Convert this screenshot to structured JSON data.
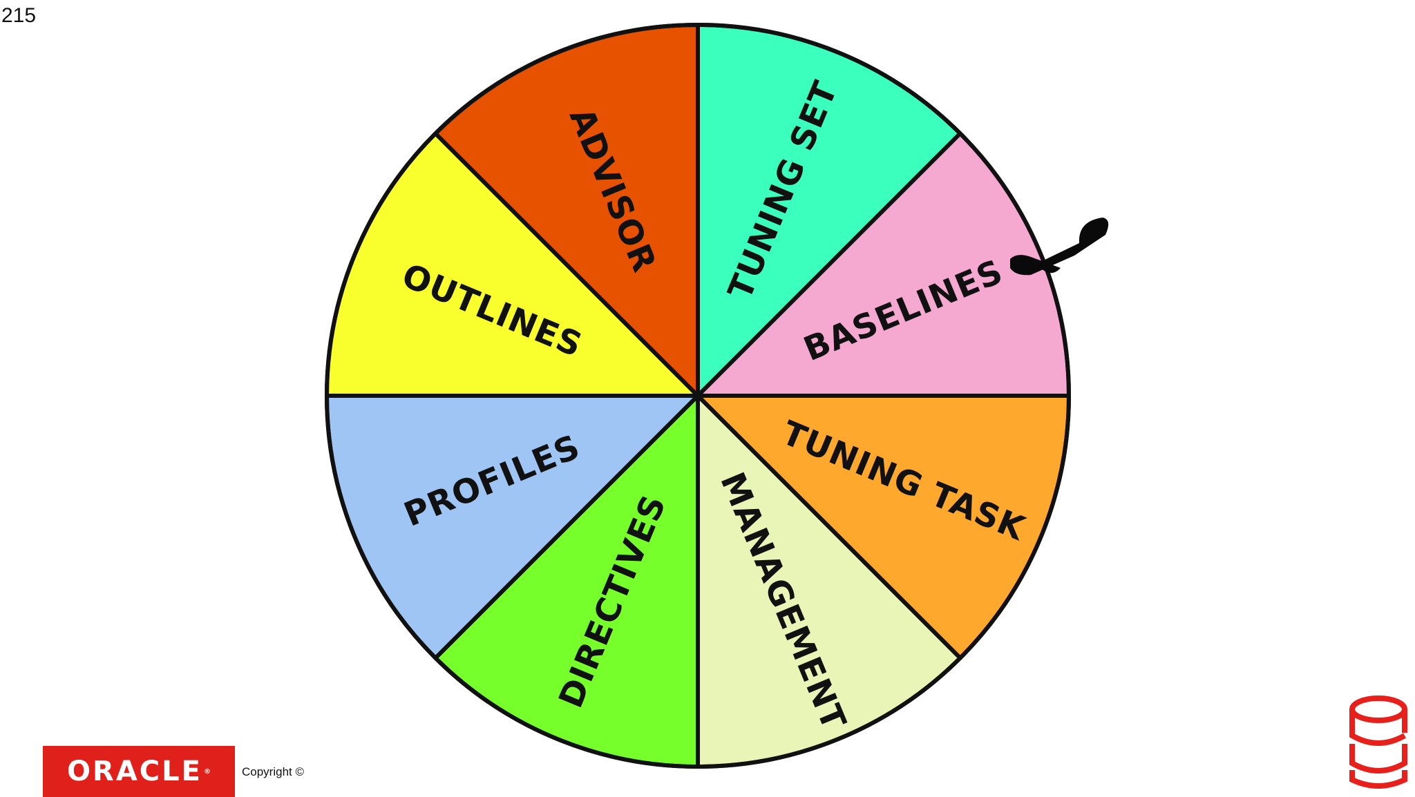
{
  "slide": {
    "page_number": "215",
    "copyright": "Copyright ©"
  },
  "logo": {
    "text": "ORACLE",
    "mark": "®",
    "color": "#e0201b"
  },
  "wheel": {
    "pointer_icon": "pointer-icon",
    "segments": [
      {
        "label": "TUNING SET",
        "color": "#3bffbd"
      },
      {
        "label": "BASELINES",
        "color": "#f5a8d0"
      },
      {
        "label": "TUNING TASK",
        "color": "#ffa82e"
      },
      {
        "label": "MANAGEMENT",
        "color": "#e8f5b6"
      },
      {
        "label": "DIRECTIVES",
        "color": "#76ff2a"
      },
      {
        "label": "PROFILES",
        "color": "#9fc5f5"
      },
      {
        "label": "OUTLINES",
        "color": "#f8ff2c"
      },
      {
        "label": "ADVISOR",
        "color": "#e65200"
      }
    ]
  },
  "corner_icon": {
    "name": "database-icon",
    "color": "#e8201c"
  }
}
